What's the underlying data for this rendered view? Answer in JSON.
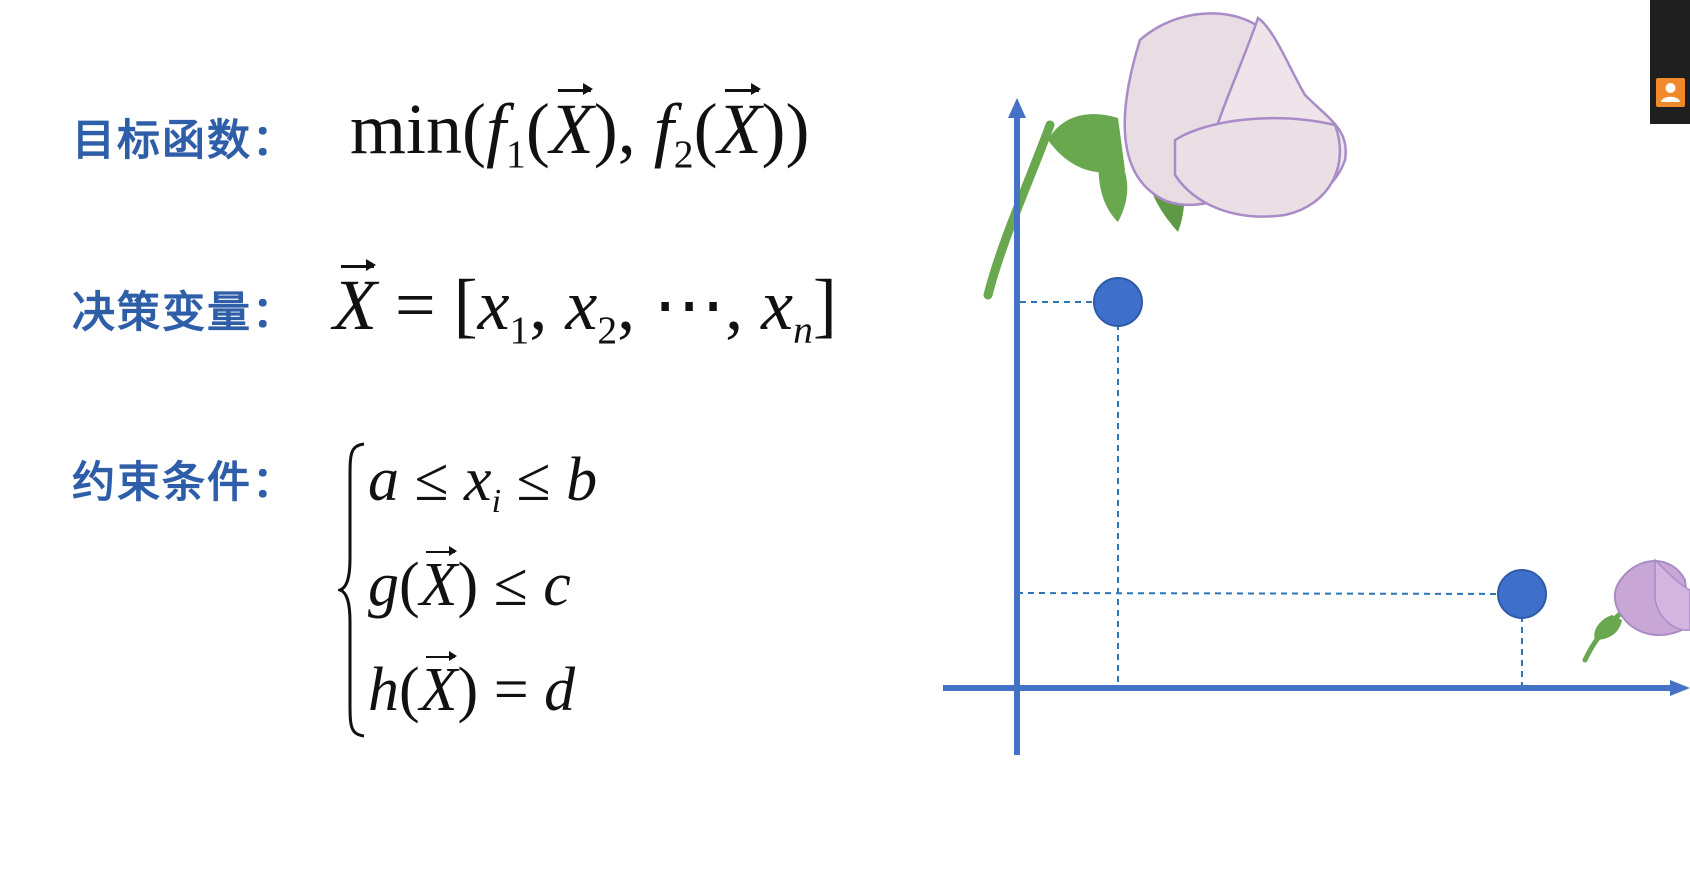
{
  "labels": {
    "objective": "目标函数：",
    "decision": "决策变量：",
    "constraints": "约束条件："
  },
  "math": {
    "min": "min",
    "f": "f",
    "X": "X",
    "x": "x",
    "sub1": "1",
    "sub2": "2",
    "subn": "n",
    "subi": "i",
    "ellipsis": "⋯",
    "a": "a",
    "b": "b",
    "c": "c",
    "d": "d",
    "g": "g",
    "h": "h",
    "leq": "≤",
    "eq": "="
  },
  "colors": {
    "label": "#2f5ea8",
    "axis": "#4472c4",
    "point": "#3d6fcb",
    "petal": "#e8dde3",
    "petal_small": "#c8a7d6",
    "stem": "#6aa84f",
    "panel": "#1f1f1f",
    "panel_button": "#f08a2c"
  },
  "icons": {
    "panel_button": "person-icon",
    "flower_large": "rose-icon",
    "flower_small": "rose-icon"
  }
}
